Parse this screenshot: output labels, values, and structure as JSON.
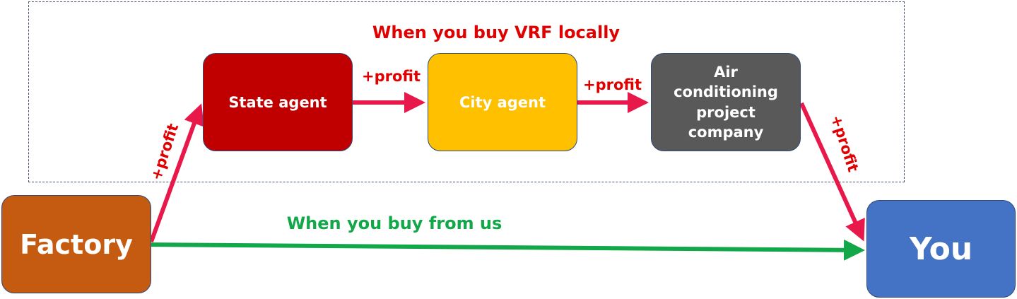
{
  "diagram": {
    "title_local": "When you buy VRF locally",
    "title_us": "When you buy from us",
    "nodes": {
      "state_agent": "State agent",
      "city_agent": "City agent",
      "project_company": "Air conditioning project company",
      "factory": "Factory",
      "you": "You"
    },
    "edge_labels": {
      "factory_to_state": "+profit",
      "state_to_city": "+profit",
      "city_to_project": "+profit",
      "project_to_you": "+profit"
    },
    "colors": {
      "state_agent": "#c00000",
      "city_agent": "#ffc000",
      "project_company": "#595959",
      "factory": "#c55a11",
      "you": "#4472c4",
      "local_route_arrow": "#e8194a",
      "direct_route_arrow": "#12a84a",
      "local_title": "#e00000",
      "direct_title": "#12a84a"
    }
  }
}
